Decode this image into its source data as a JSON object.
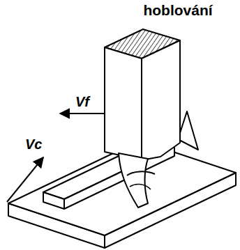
{
  "diagram": {
    "title": "hoblování",
    "labels": [
      "Vf",
      "Vc"
    ]
  }
}
